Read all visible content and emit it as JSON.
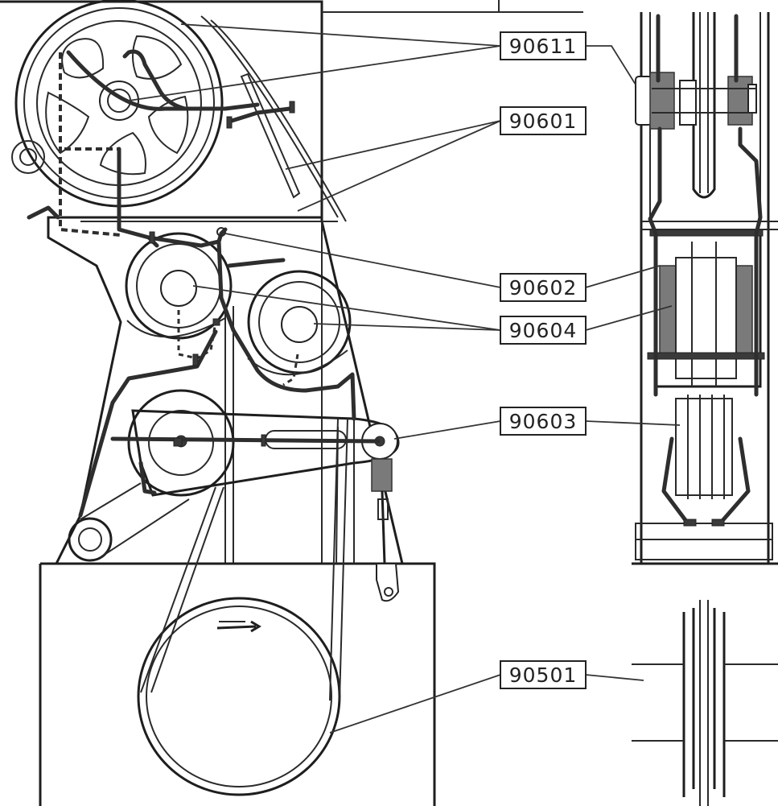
{
  "diagram": {
    "labels": [
      {
        "id": "label-90611",
        "text": "90611"
      },
      {
        "id": "label-90601",
        "text": "90601"
      },
      {
        "id": "label-90602",
        "text": "90602"
      },
      {
        "id": "label-90604",
        "text": "90604"
      },
      {
        "id": "label-90603",
        "text": "90603"
      },
      {
        "id": "label-90501",
        "text": "90501"
      }
    ],
    "colors": {
      "line": "#2a2a2a",
      "background": "#ffffff",
      "component_fill": "#7a7a7a"
    }
  }
}
